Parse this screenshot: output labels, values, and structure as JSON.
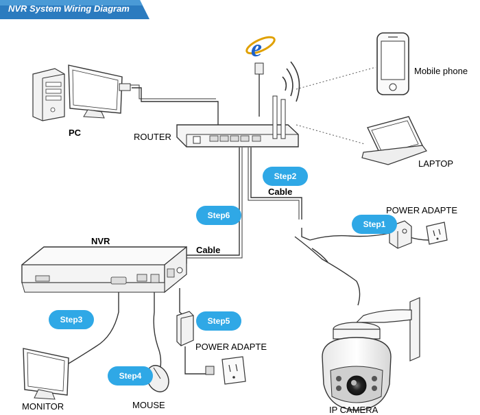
{
  "title": "NVR System Wiring Diagram",
  "labels": {
    "pc": "PC",
    "router": "ROUTER",
    "mobile": "Mobile phone",
    "laptop": "LAPTOP",
    "power_adapter_camera": "POWER ADAPTE",
    "nvr": "NVR",
    "cable_router": "Cable",
    "cable_nvr": "Cable",
    "power_adapter_nvr": "POWER ADAPTE",
    "monitor": "MONITOR",
    "mouse": "MOUSE",
    "ip_camera": "IP  CAMERA"
  },
  "steps": {
    "step1": "Step1",
    "step2": "Step2",
    "step3": "Step3",
    "step4": "Step4",
    "step5": "Step5",
    "step6": "Step6"
  },
  "colors": {
    "banner": "#2b7bbf",
    "step": "#2fa8e6",
    "ie_logo": "#1e62c8",
    "line": "#333333"
  }
}
